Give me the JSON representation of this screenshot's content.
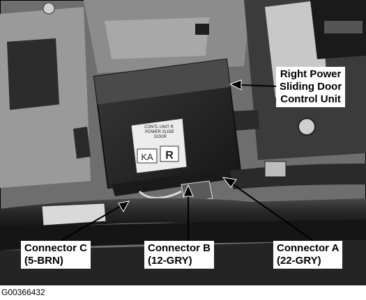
{
  "callouts": {
    "control_unit": [
      "Right Power",
      "Sliding Door",
      "Control Unit"
    ],
    "connector_c": [
      "Connector C",
      "(5-BRN)"
    ],
    "connector_b": [
      "Connector B",
      "(12-GRY)"
    ],
    "connector_a": [
      "Connector A",
      "(22-GRY)"
    ]
  },
  "module_sticker": {
    "line1": "CONTL UNIT R",
    "line2": "POWER SLIDE",
    "line3": "DOOR",
    "code": "KA",
    "side": "R"
  },
  "figure_id": "G00366432",
  "colors": {
    "background": "#ffffff",
    "text": "#000000"
  }
}
